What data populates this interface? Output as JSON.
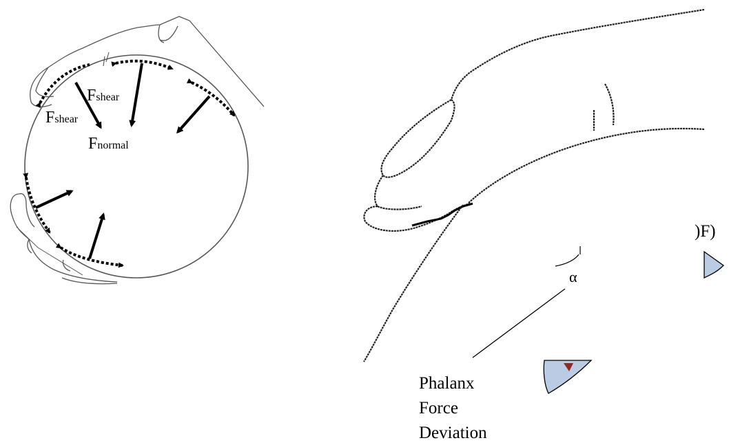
{
  "left_figure": {
    "label_shear_top": {
      "main": "F",
      "sub": "shear"
    },
    "label_shear_left": {
      "main": "F",
      "sub": "shear"
    },
    "label_normal": {
      "main": "F",
      "sub": "normal"
    }
  },
  "right_figure": {
    "alpha_label": "α",
    "clipped_text": ")F)",
    "caption_lines": [
      "Phalanx",
      "Force",
      "Deviation"
    ]
  },
  "colors": {
    "stroke": "#000000",
    "light_fill": "#b9cce4",
    "marker_red": "#8b2a2a"
  }
}
